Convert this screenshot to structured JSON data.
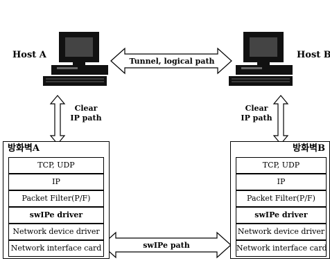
{
  "hosts": {
    "a": {
      "label": "Host A"
    },
    "b": {
      "label": "Host B"
    }
  },
  "tunnel_label": "Tunnel, logical path",
  "clear_path": {
    "a": [
      "Clear",
      "IP path"
    ],
    "b": [
      "Clear",
      "IP path"
    ]
  },
  "firewalls": {
    "a": {
      "title": "방화벽A"
    },
    "b": {
      "title": "방화벽B"
    }
  },
  "layers": [
    {
      "label": "TCP, UDP",
      "bold": false
    },
    {
      "label": "IP",
      "bold": false
    },
    {
      "label": "Packet Filter(P/F)",
      "bold": false
    },
    {
      "label": "swIPe driver",
      "bold": true
    },
    {
      "label": "Network device driver",
      "bold": false
    },
    {
      "label": "Network interface card",
      "bold": false
    }
  ],
  "swipe_path_label": "swIPe path"
}
